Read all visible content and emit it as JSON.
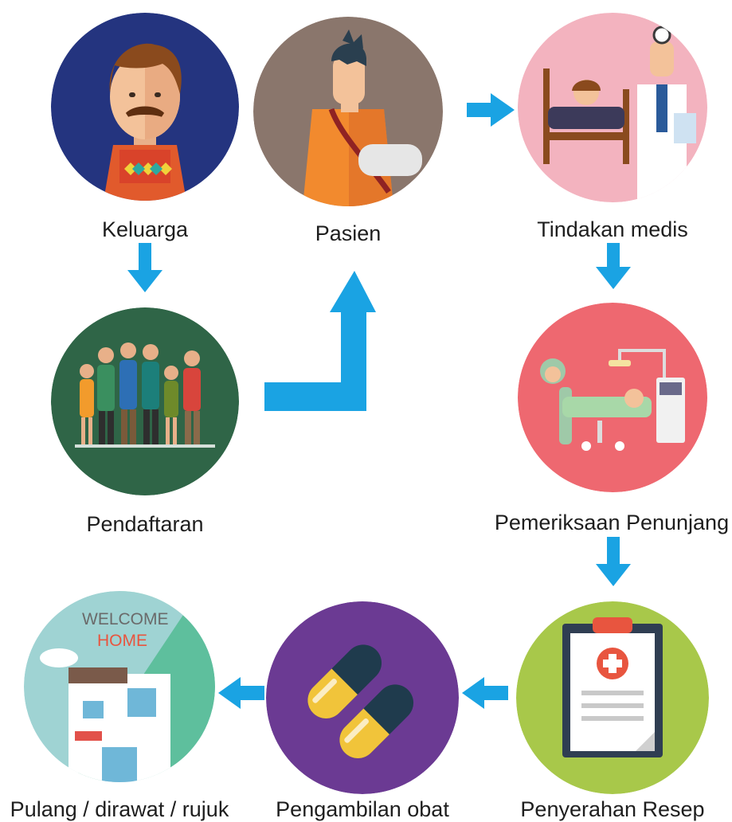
{
  "steps": [
    {
      "id": "keluarga",
      "label": "Keluarga",
      "icon": "father-icon",
      "bg": "#24347f"
    },
    {
      "id": "pasien",
      "label": "Pasien",
      "icon": "patient-icon",
      "bg": "#8a766c"
    },
    {
      "id": "tindakan",
      "label": "Tindakan medis",
      "icon": "doctor-bed-icon",
      "bg": "#f3b3bf"
    },
    {
      "id": "pendaftaran",
      "label": "Pendaftaran",
      "icon": "crowd-icon",
      "bg": "#2f6547"
    },
    {
      "id": "pemeriksaan",
      "label": "Pemeriksaan Penunjang",
      "icon": "lab-exam-icon",
      "bg": "#ee6870"
    },
    {
      "id": "resep",
      "label": "Penyerahan Resep",
      "icon": "prescription-clipboard-icon",
      "bg": "#a8c84a"
    },
    {
      "id": "obat",
      "label": "Pengambilan obat",
      "icon": "capsule-pills-icon",
      "bg": "#6b3a93"
    },
    {
      "id": "pulang",
      "label": "Pulang / dirawat / rujuk",
      "icon": "house-icon",
      "bg": "#5ebf9d"
    }
  ],
  "welcome_sign": {
    "line1": "WELCOME",
    "line2": "HOME"
  },
  "accent_color": "#1aa3e3"
}
